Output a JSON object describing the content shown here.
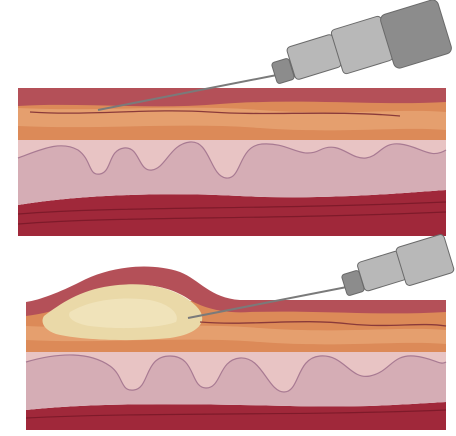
{
  "illustration": {
    "panels": [
      {
        "id": "before-injection",
        "layers": [
          "epidermis",
          "dermis",
          "subcutaneous-fat",
          "muscle"
        ],
        "needle": "inserted-into-dermis"
      },
      {
        "id": "after-injection",
        "layers": [
          "epidermis",
          "dermis",
          "subcutaneous-fat",
          "muscle"
        ],
        "needle": "inserted-into-dermis",
        "feature": "raised-bleb"
      }
    ],
    "colors": {
      "background": "#ffffff",
      "epidermis": "#b45058",
      "dermis": "#dc8a58",
      "dermis_light": "#e8a878",
      "fat": "#e8c4c4",
      "fat_deep": "#d6b0b8",
      "fat_lobule": "#c49aaa",
      "muscle": "#a0283a",
      "bleb": "#ead9a8",
      "syringe_body": "#b8b8b8",
      "syringe_dark": "#8c8c8c",
      "needle": "#7a7a7a"
    }
  }
}
